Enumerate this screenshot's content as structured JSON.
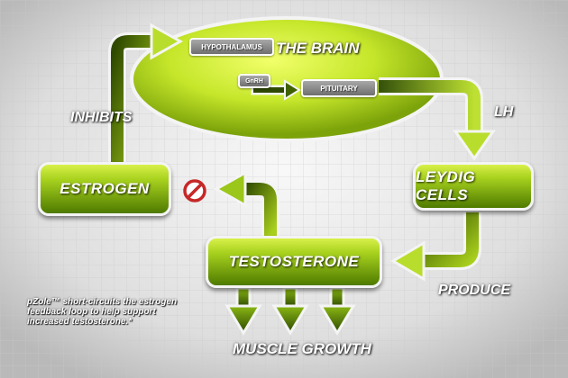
{
  "diagram": {
    "brain_label": "THE BRAIN",
    "nodes": {
      "hypothalamus": "HYPOTHALAMUS",
      "gnrh": "GnRH",
      "pituitary": "PITUITARY",
      "leydig": "LEYDIG CELLS",
      "testosterone": "TESTOSTERONE",
      "estrogen": "ESTROGEN"
    },
    "edges": {
      "lh": "LH",
      "produce": "PRODUCE",
      "inhibits": "INHIBITS",
      "muscle": "MUSCLE GROWTH"
    },
    "note": "pZole™ short-circuits the estrogen feedback loop to help support increased testosterone.*"
  },
  "colors": {
    "node_green": "#a8d21e",
    "arrow_dark": "#3f6100",
    "block_icon": "#c62828"
  }
}
